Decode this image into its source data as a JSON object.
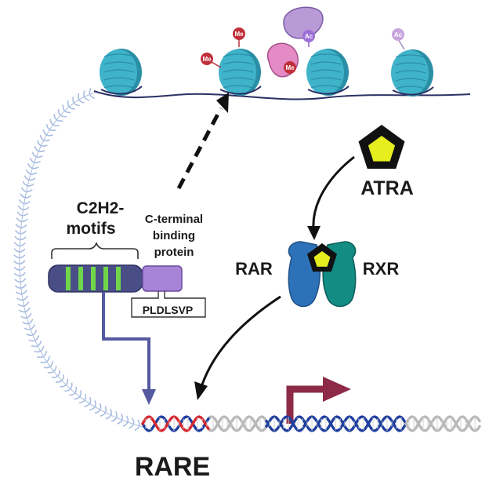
{
  "labels": {
    "c2h2_line1": "C2H2-",
    "c2h2_line2": "motifs",
    "cterm_line1": "C-terminal",
    "cterm_line2": "binding",
    "cterm_line3": "protein",
    "motif": "PLDLSVP",
    "atra": "ATRA",
    "rar": "RAR",
    "rxr": "RXR",
    "rare": "RARE"
  },
  "marks": {
    "methyl": "Me",
    "acetyl": "Ac"
  },
  "colors": {
    "nucleosome": "#3fb3c9",
    "nucleosome_dark": "#2a8fa6",
    "methyl": "#c0303a",
    "acetyl_light": "#c7a5dd",
    "acetyl_protein": "#b89ad6",
    "methyl_protein": "#e48ac4",
    "zinc_finger_body": "#4a4e86",
    "zinc_finger_stripe": "#6fd64a",
    "cterm_block": "#a784d6",
    "rar": "#2d72b8",
    "rxr": "#138c84",
    "atra_fill": "#e6ee1e",
    "dna_blue": "#1f3f9e",
    "dna_red": "#d8282f",
    "dna_gray": "#b9b9b9",
    "promoter_arrow": "#8c2a48",
    "zf_arrow": "#5459a0"
  }
}
